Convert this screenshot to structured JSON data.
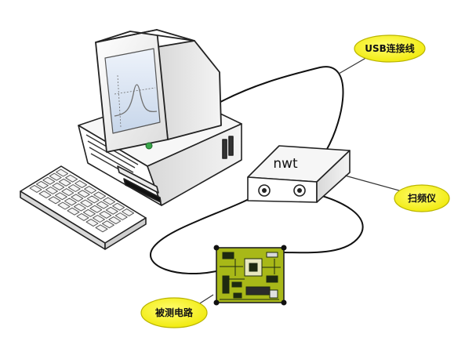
{
  "labels": {
    "usb_cable": "USB连接线",
    "sweep_instrument": "扫频仪",
    "circuit_under_test": "被测电路",
    "device_name": "nwt"
  },
  "colors": {
    "callout_fill": "#f4f000",
    "callout_stroke": "#b9b400",
    "pcb_fill": "#a8b818",
    "cable": "#111111",
    "screen_curve": "#707070"
  },
  "icons": [
    "computer-monitor-icon",
    "keyboard-icon",
    "desktop-tower-icon",
    "sweep-instrument-box-icon",
    "pcb-board-icon"
  ]
}
